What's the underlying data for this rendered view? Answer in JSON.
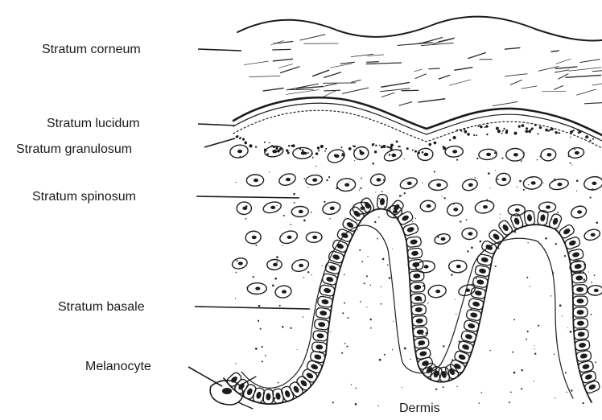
{
  "diagram": {
    "labels": {
      "stratum_corneum": "Stratum corneum",
      "stratum_lucidum": "Stratum lucidum",
      "stratum_granulosum": "Stratum granulosum",
      "stratum_spinosum": "Stratum spinosum",
      "stratum_basale": "Stratum basale",
      "melanocyte": "Melanocyte",
      "dermis": "Dermis"
    }
  }
}
